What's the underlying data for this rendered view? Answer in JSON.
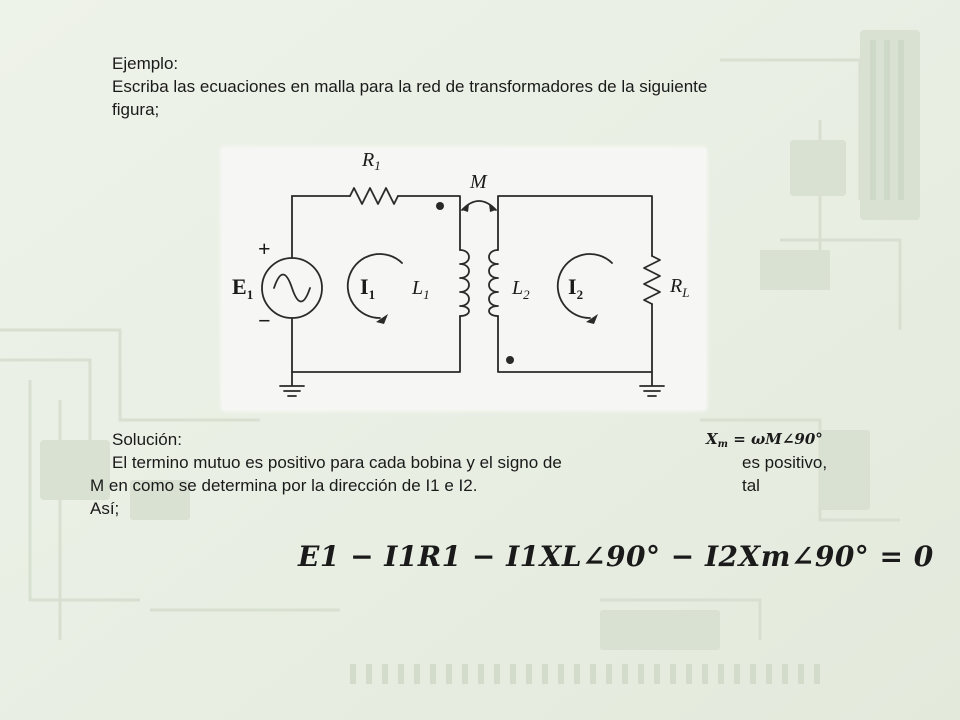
{
  "intro": {
    "heading": "Ejemplo:",
    "line1": "Escriba las ecuaciones en malla para la red de transformadores de la siguiente",
    "line2": "figura;"
  },
  "circuit": {
    "r1_label": "R",
    "r1_sub": "1",
    "m_label": "M",
    "source_label": "E",
    "source_sub": "1",
    "plus_sign": "+",
    "minus_sign": "−",
    "i1_label": "I",
    "i1_sub": "1",
    "l1_label": "L",
    "l1_sub": "1",
    "l2_label": "L",
    "l2_sub": "2",
    "i2_label": "I",
    "i2_sub": "2",
    "rl_label": "R",
    "rl_sub": "L"
  },
  "solution": {
    "heading": "Solución:",
    "line1": "El termino mutuo es positivo para cada bobina y el signo de",
    "line2": "M en  como se determina por la dirección de I1 e I2.",
    "line3": "Así;",
    "side1": "es positivo,",
    "side2": "tal"
  },
  "xm_formula": {
    "var": "X",
    "sub": "m",
    "rest": " = ωM∠90°"
  },
  "equation": {
    "text": "E1 − I1R1 − I1XL∠90° − I2Xm∠90° = 0"
  }
}
